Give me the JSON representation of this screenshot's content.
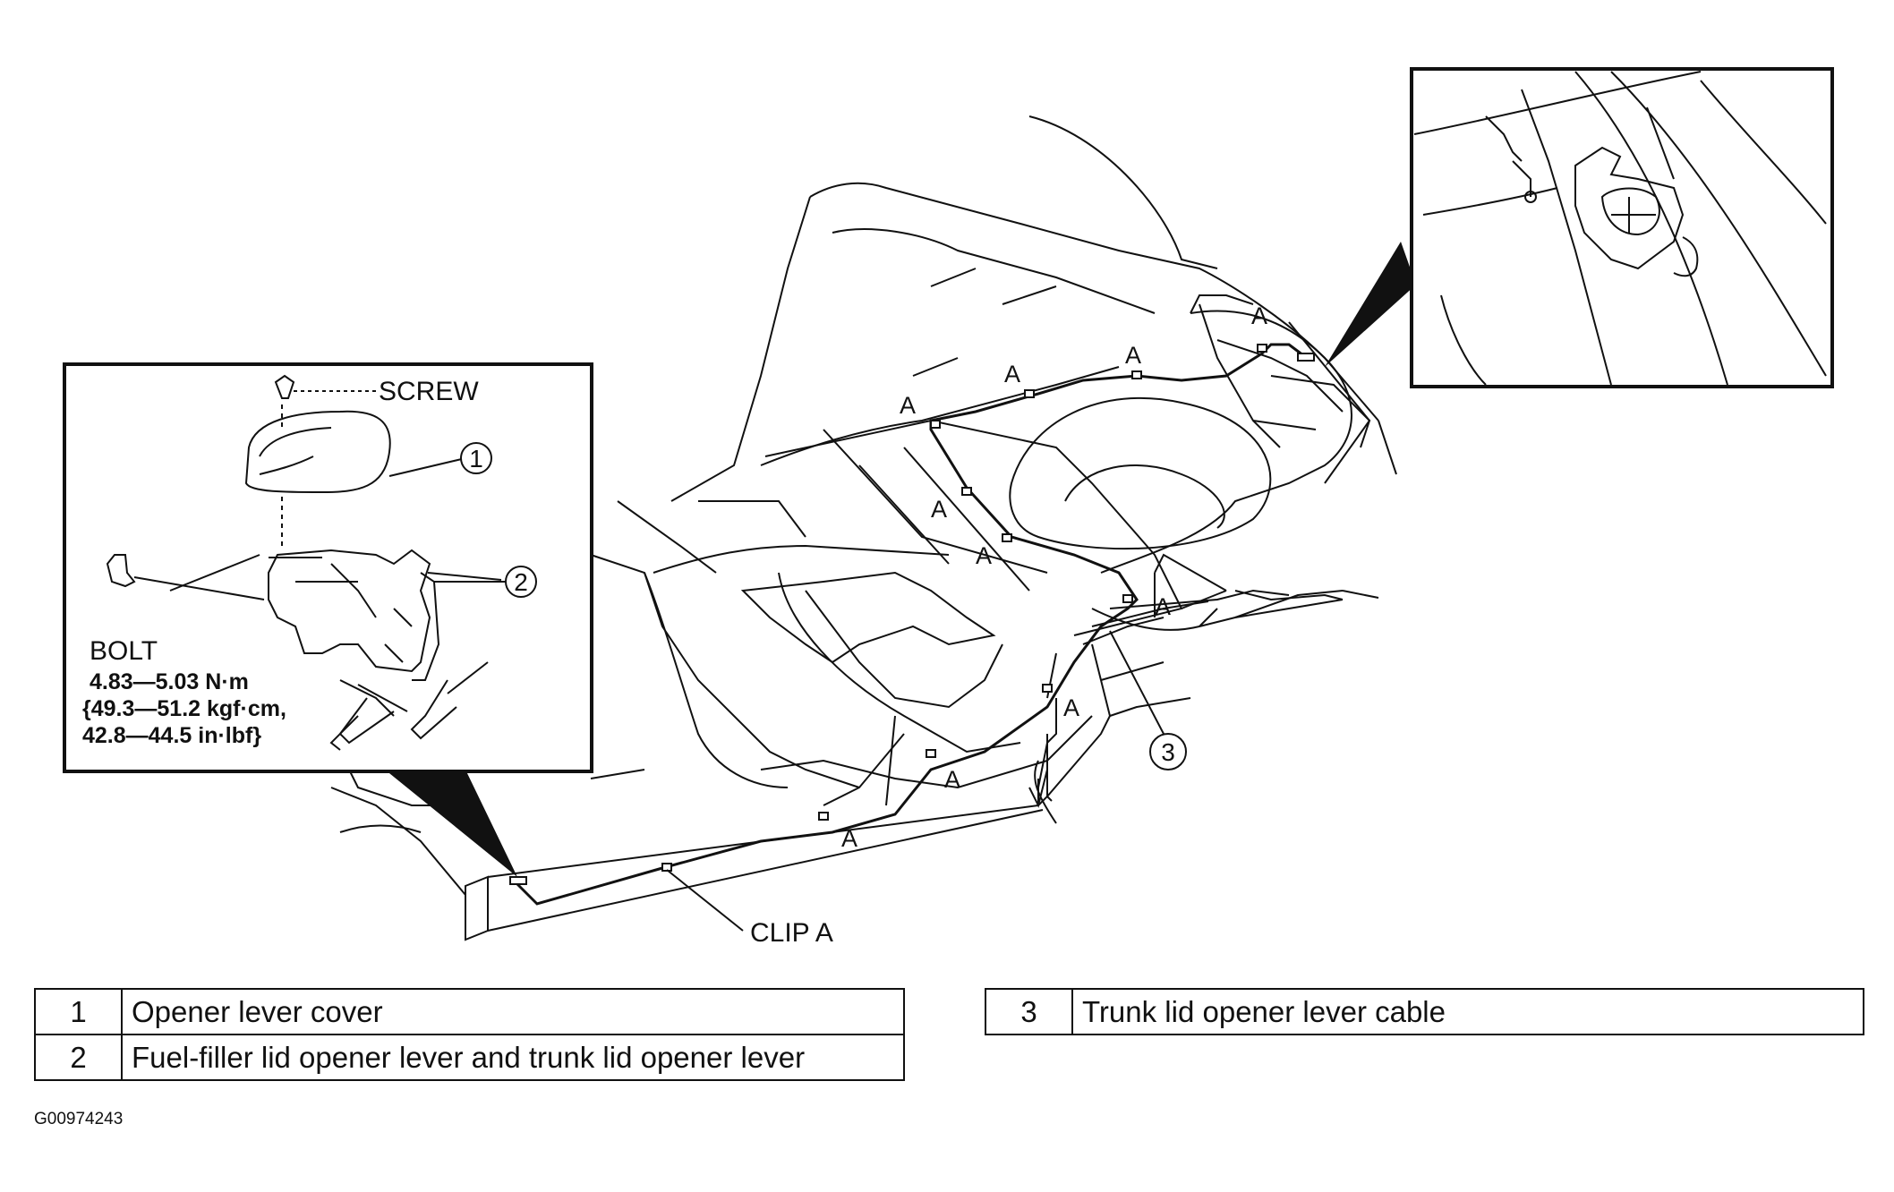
{
  "callouts": {
    "screw": "SCREW",
    "bolt": "BOLT",
    "torque": [
      "4.83—5.03 N·m",
      "{49.3—51.2 kgf·cm,",
      "42.8—44.5 in·lbf}"
    ],
    "clip": "CLIP A",
    "clip_marker": "A",
    "numbers": [
      "1",
      "2",
      "3"
    ]
  },
  "legend": {
    "left": [
      {
        "num": "1",
        "text": "Opener lever cover"
      },
      {
        "num": "2",
        "text": "Fuel-filler lid opener lever and trunk lid opener lever"
      }
    ],
    "right": [
      {
        "num": "3",
        "text": "Trunk lid opener lever cable"
      }
    ]
  },
  "figure_id": "G00974243"
}
